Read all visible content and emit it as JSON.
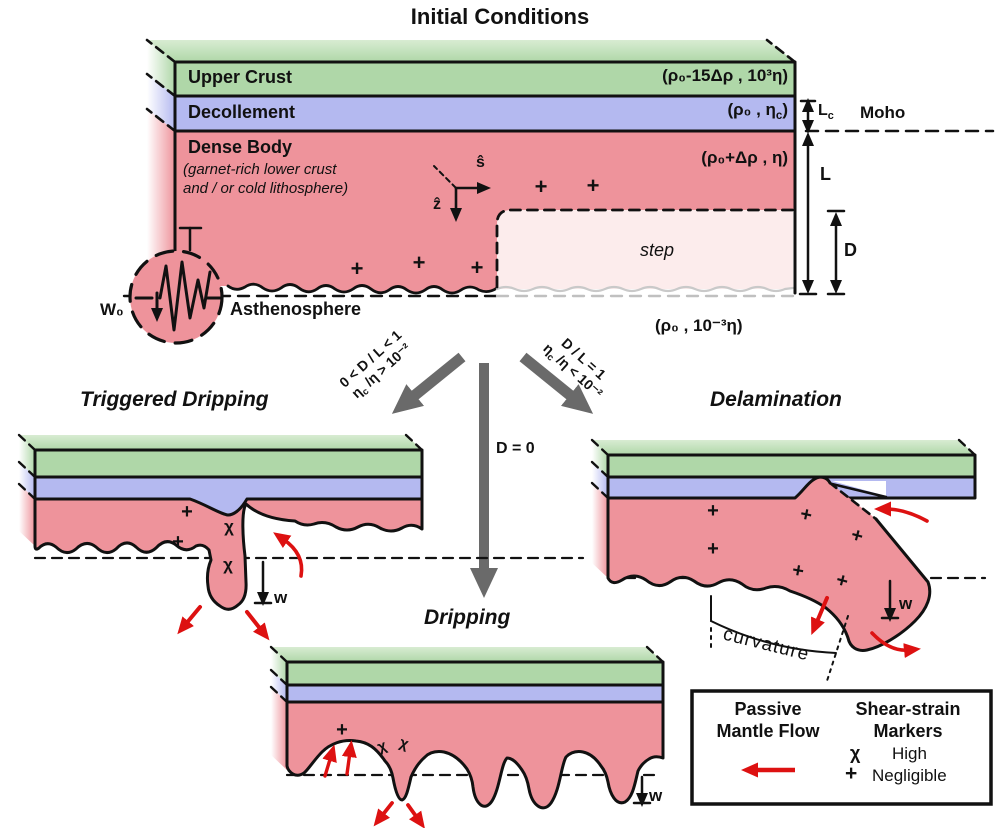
{
  "title": "Initial Conditions",
  "initial": {
    "upper_crust_label": "Upper Crust",
    "upper_crust_props": "(ρ₀-15Δρ , 10³η)",
    "decollement_label": "Decollement",
    "decollement_props_a": "(ρ₀ , η",
    "decollement_props_sub": "c",
    "decollement_props_b": ")",
    "dense_label": "Dense Body",
    "dense_sub1": "(garnet-rich lower crust",
    "dense_sub2": "and / or cold lithosphere)",
    "dense_props": "(ρ₀+Δρ , η)",
    "step_label": "step",
    "asthenosphere_label": "Asthenosphere",
    "asthenosphere_props": "(ρ₀ , 10⁻³η)",
    "w0_label": "W₀",
    "moho_label": "Moho",
    "dim_lc_main": "L",
    "dim_lc_sub": "c",
    "dim_l": "L",
    "dim_d": "D",
    "axis_s": "ŝ",
    "axis_z": "ẑ"
  },
  "branches": {
    "left_line1": "0 < D / L < 1",
    "left_line2_a": "η",
    "left_line2_sub": "c",
    "left_line2_b": " /η > 10⁻²",
    "center_label": "D = 0",
    "right_line1": "D / L = 1",
    "right_line2_a": "η",
    "right_line2_sub": "c",
    "right_line2_b": " /η < 10⁻²"
  },
  "outcomes": {
    "triggered_title": "Triggered Dripping",
    "dripping_title": "Dripping",
    "delamination_title": "Delamination",
    "curvature_label": "curvature",
    "w_label": "w"
  },
  "symbols": {
    "plus": "+",
    "chi": "χ"
  },
  "legend": {
    "passive_1": "Passive",
    "passive_2": "Mantle Flow",
    "shear_1": "Shear-strain",
    "shear_2": "Markers",
    "high_label": "High",
    "negligible_label": "Negligible"
  },
  "colors": {
    "upper_crust_green": "#afd7a8",
    "decollement_blue": "#b4b9f0",
    "dense_body_red": "#ee939b",
    "step_pink": "#fcecec",
    "branch_arrow_gray": "#6a6a6a",
    "flow_arrow_red": "#dd1111"
  }
}
